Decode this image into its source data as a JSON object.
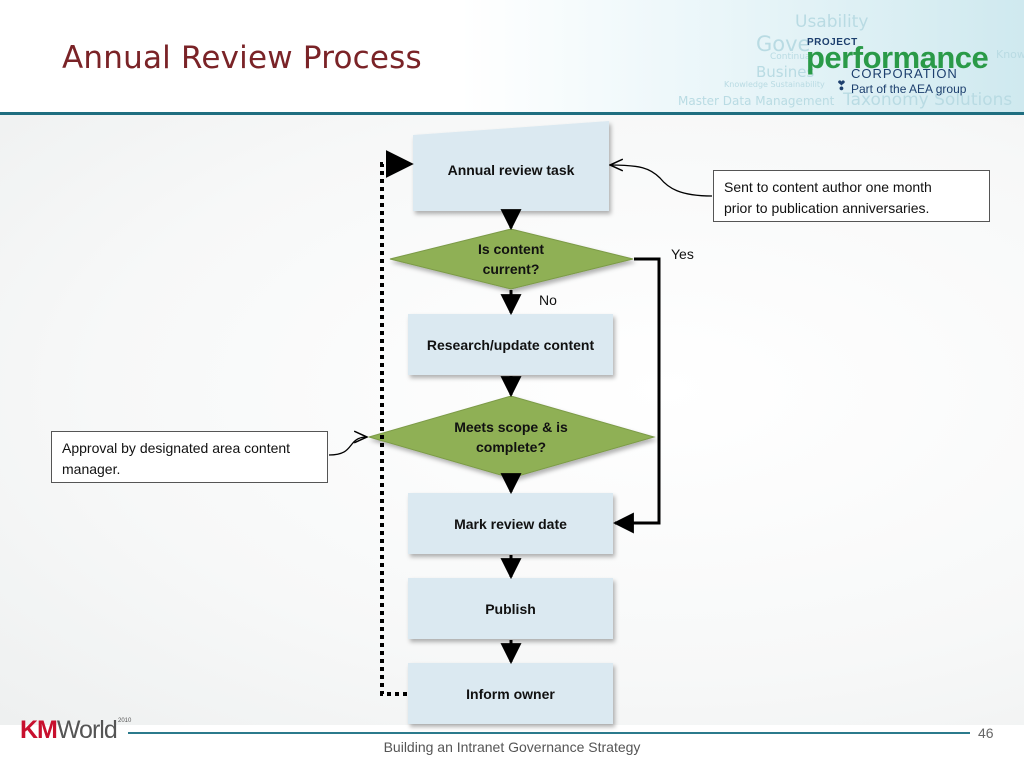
{
  "slide": {
    "title": "Annual Review Process",
    "footer_text": "Building an Intranet Governance Strategy",
    "page_number": "46"
  },
  "branding": {
    "project": "PROJECT",
    "performance": "performance",
    "corporation": "CORPORATION",
    "aea": "Part of the AEA group",
    "kmworld_km": "KM",
    "kmworld_world": "World",
    "kmworld_year": "2010",
    "background_words": [
      "Usability",
      "Gove",
      "Busines",
      "Master Data Management",
      "Taxonomy Solutions",
      "Know",
      "Continual",
      "Knowledge Sustainability"
    ]
  },
  "diagram": {
    "nodes": {
      "annual_review_task": "Annual review task",
      "is_content_current": [
        "Is content",
        "current?"
      ],
      "research_update": "Research/update content",
      "meets_scope": [
        "Meets scope & is",
        "complete?"
      ],
      "mark_review_date": "Mark review  date",
      "publish": "Publish",
      "inform_owner": "Inform owner"
    },
    "edge_labels": {
      "yes": "Yes",
      "no": "No"
    },
    "notes": {
      "sent_to_author": [
        "Sent to content author one month",
        "prior to publication  anniversaries."
      ],
      "approval": [
        "Approval by designated area content",
        "manager."
      ]
    }
  },
  "colors": {
    "title": "#7a2327",
    "box_fill": "#dbe9f1",
    "diamond_fill": "#8fb055",
    "accent_line": "#1f6e80",
    "kmworld_red": "#c8102e"
  }
}
